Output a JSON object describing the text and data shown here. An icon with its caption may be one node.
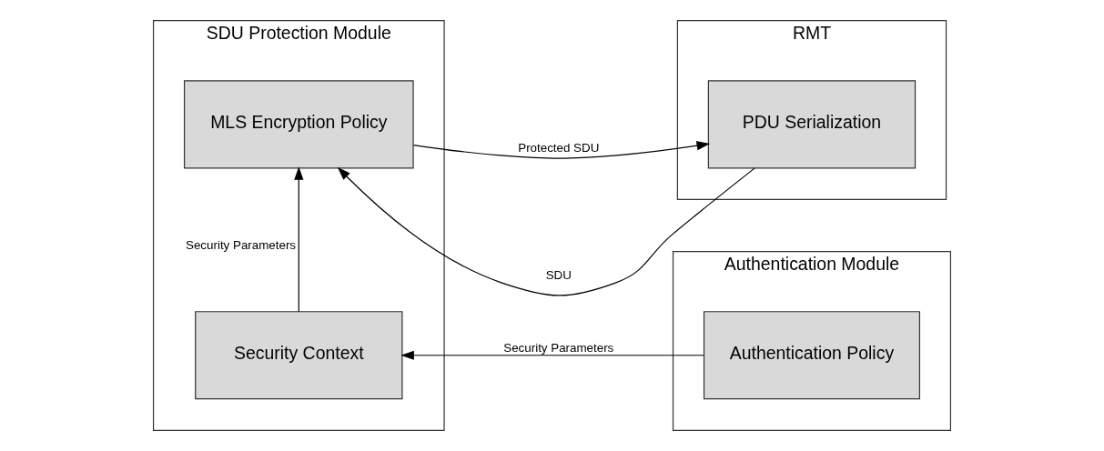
{
  "diagram": {
    "nodes": [
      {
        "text": [
          "SDU Protection Module"
        ]
      },
      {
        "text": [
          "MLS Encryption Policy"
        ],
        "in": 0
      },
      {
        "text": [
          "Security Context"
        ],
        "in": 0
      },
      {
        "text": [
          "RMT"
        ]
      },
      {
        "text": [
          "PDU Serialization"
        ],
        "in": 3
      },
      {
        "text": [
          "Authentication Module"
        ]
      },
      {
        "text": [
          "Authentication Policy"
        ],
        "in": 5
      }
    ],
    "edges": [
      {
        "from": 4,
        "to": 1,
        "arrow": "to",
        "label": "SDU"
      },
      {
        "from": 1,
        "to": 4,
        "arrow": "to",
        "label": "Protected SDU"
      },
      {
        "from": 2,
        "to": 1,
        "arrow": "to",
        "label": "Security Parameters"
      },
      {
        "from": 6,
        "to": 2,
        "arrow": "to",
        "label": "Security Parameters"
      }
    ]
  }
}
